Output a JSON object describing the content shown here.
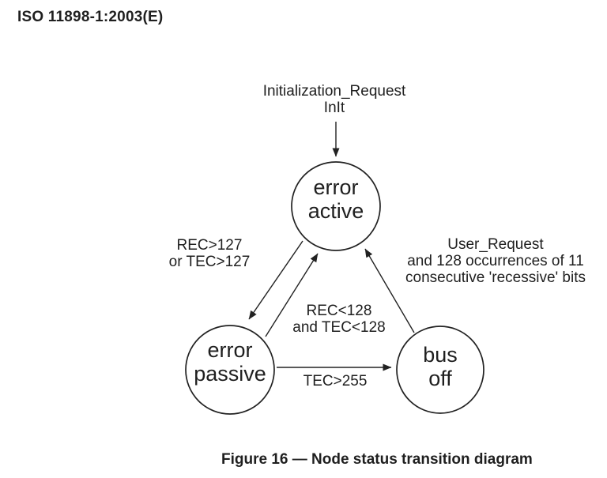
{
  "page": {
    "header": "ISO 11898-1:2003(E)",
    "caption": "Figure 16 — Node status transition diagram"
  },
  "diagram": {
    "states": {
      "error_active": {
        "line1": "error",
        "line2": "active"
      },
      "error_passive": {
        "line1": "error",
        "line2": "passive"
      },
      "bus_off": {
        "line1": "bus",
        "line2": "off"
      }
    },
    "transitions": {
      "init": {
        "line1": "Initialization_Request",
        "line2": "InIt"
      },
      "active_to_passive": {
        "line1": "REC>127",
        "line2": "or TEC>127"
      },
      "passive_to_active": {
        "line1": "REC<128",
        "line2": "and TEC<128"
      },
      "passive_to_busoff": {
        "label": "TEC>255"
      },
      "busoff_to_active": {
        "line1": "User_Request",
        "line2": "and 128 occurrences of 11",
        "line3": "consecutive 'recessive' bits"
      }
    }
  },
  "colors": {
    "ink": "#1f1f1f",
    "line": "#222222",
    "background": "#ffffff"
  }
}
